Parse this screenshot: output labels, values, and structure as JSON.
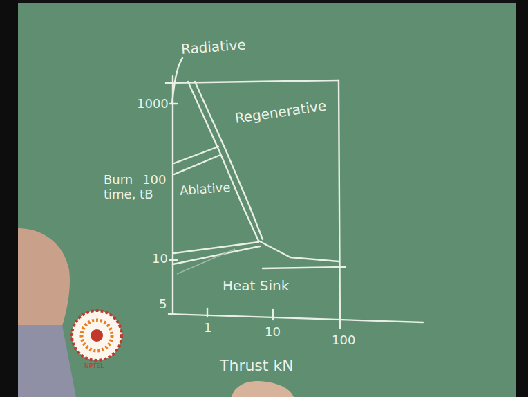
{
  "diagram": {
    "labels": [
      "Radiative",
      "1000",
      "Burn time, tB",
      "100",
      "Regenerative",
      "Ablative",
      "10",
      "5",
      "Heat Sink",
      "1",
      "10",
      "100",
      "Thrust kN",
      "NPTEL"
    ]
  }
}
